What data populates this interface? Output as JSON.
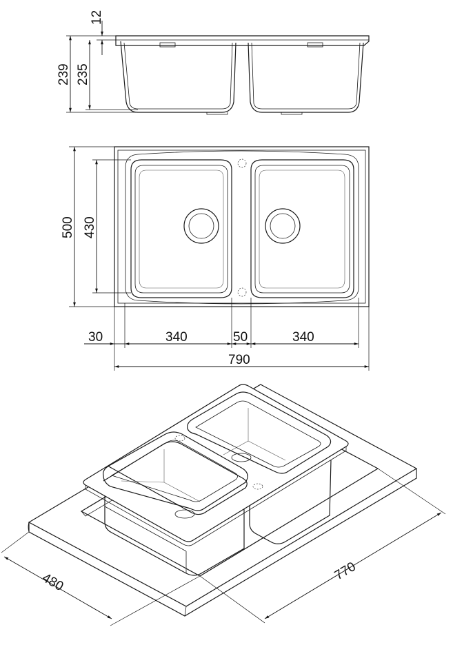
{
  "side_view": {
    "dimensions": {
      "rim_thickness": "12",
      "total_height": "239",
      "bowl_depth": "235"
    }
  },
  "top_view": {
    "dimensions": {
      "overall_depth": "500",
      "bowl_depth": "430",
      "edge_margin": "30",
      "left_bowl_width": "340",
      "divider_width": "50",
      "right_bowl_width": "340",
      "overall_width": "790"
    }
  },
  "iso_view": {
    "dimensions": {
      "cutout_depth": "480",
      "cutout_width": "770"
    }
  },
  "colors": {
    "line": "#1a1a1a",
    "background": "#ffffff"
  }
}
